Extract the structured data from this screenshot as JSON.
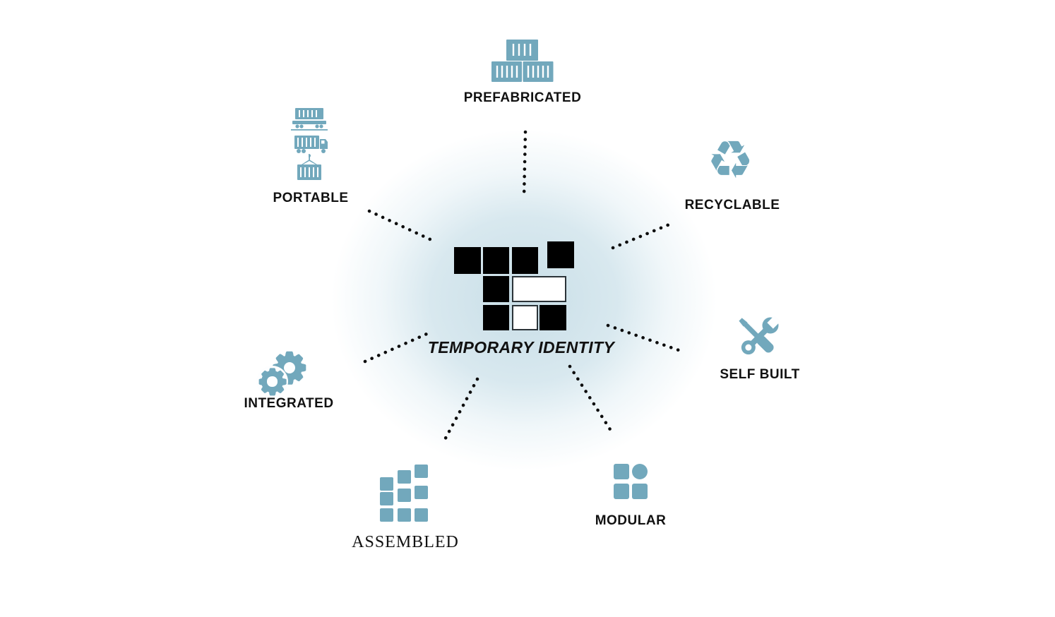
{
  "diagram": {
    "center": {
      "title": "TEMPORARY IDENTITY",
      "logo": "pixel-block-monogram"
    },
    "nodes": [
      {
        "id": "prefabricated",
        "label": "PREFABRICATED",
        "icon": "stacked-shipping-containers"
      },
      {
        "id": "portable",
        "label": "PORTABLE",
        "icon": "container-on-train-truck-and-crane"
      },
      {
        "id": "recyclable",
        "label": "RECYCLABLE",
        "icon": "recycle-arrows",
        "glyph": "♻"
      },
      {
        "id": "self_built",
        "label": "SELF BUILT",
        "icon": "crossed-wrench-and-screwdriver"
      },
      {
        "id": "modular",
        "label": "MODULAR",
        "icon": "blocks-grid-with-circle"
      },
      {
        "id": "assembled",
        "label": "ASSEMBLED",
        "icon": "staggered-squares-grid"
      },
      {
        "id": "integrated",
        "label": "INTEGRATED",
        "icon": "two-gears"
      }
    ],
    "colors": {
      "icon_blue": "#72A8BC",
      "text": "#111111",
      "logo_black": "#000000",
      "glow_blue": "#CFE2EA",
      "connector_dots": "#0D0D0D"
    }
  }
}
